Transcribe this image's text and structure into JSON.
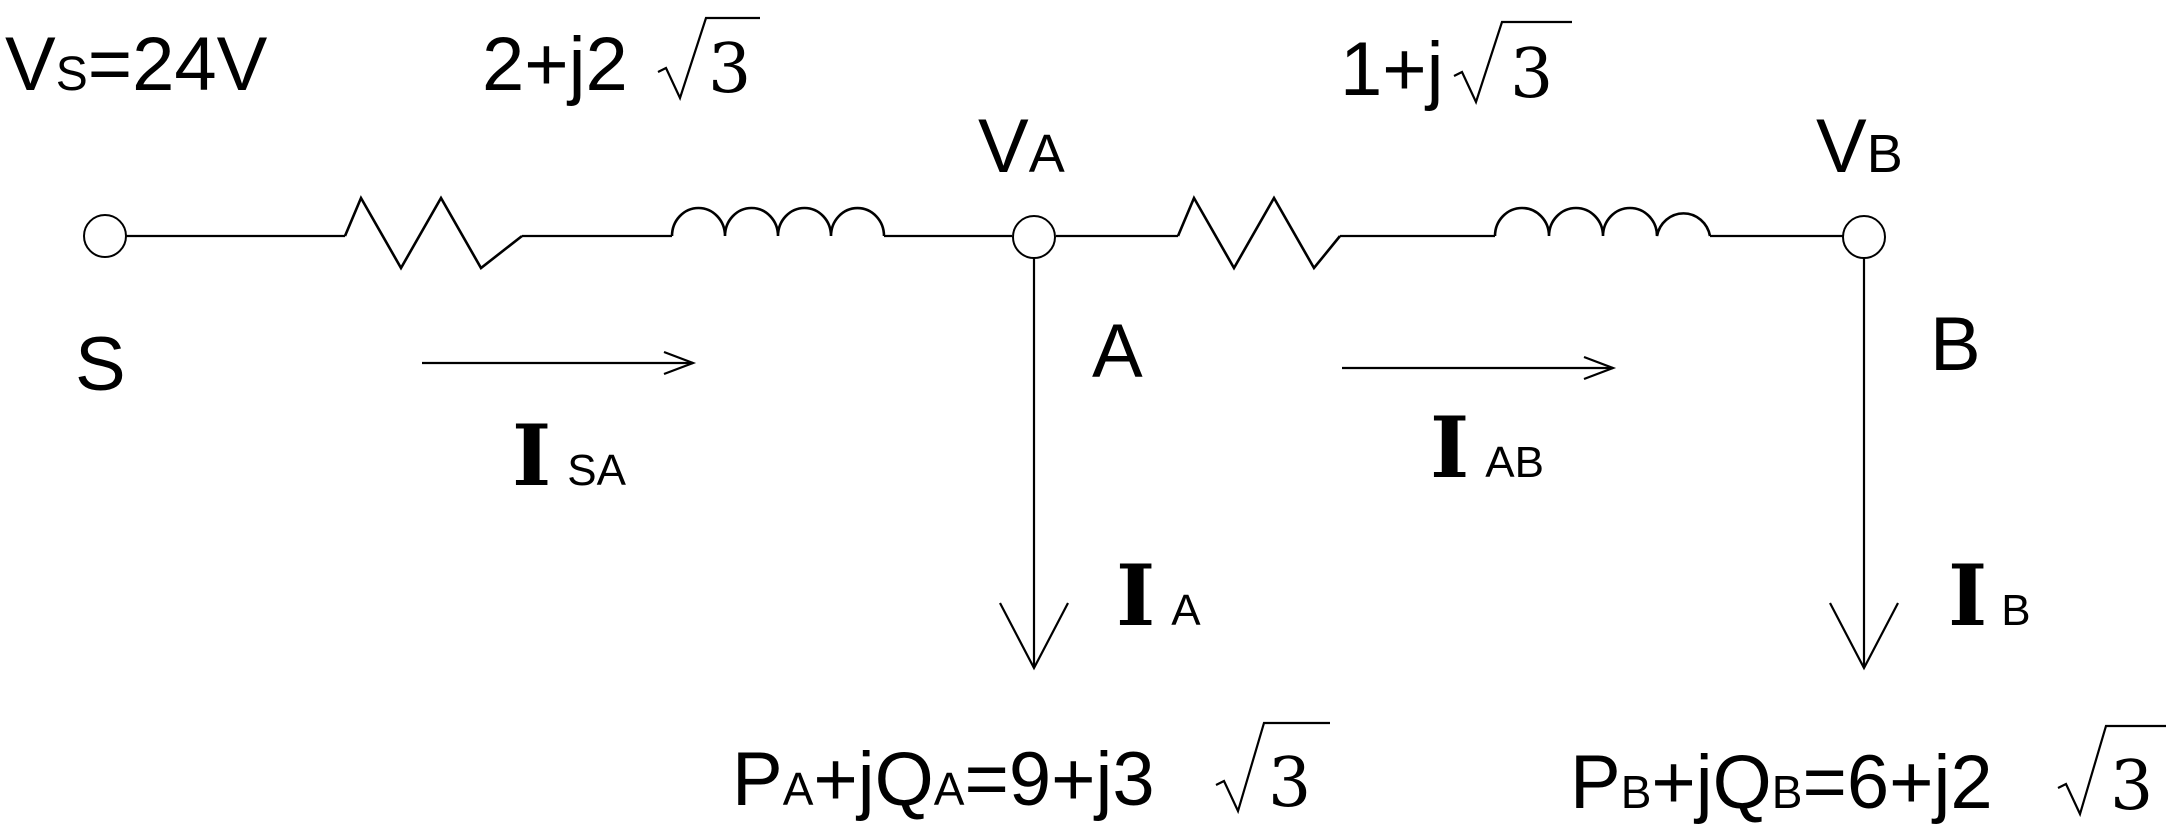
{
  "source": {
    "label": "V",
    "sub": "S",
    "value": "=24V"
  },
  "impedance_sa": {
    "base": "2+j2",
    "radicand": "3"
  },
  "impedance_ab": {
    "base": "1+j",
    "radicand": "3"
  },
  "node_a": {
    "voltage": "V",
    "voltage_sub": "A",
    "label": "A"
  },
  "node_b": {
    "voltage": "V",
    "voltage_sub": "B",
    "label": "B"
  },
  "node_s": {
    "label": "S"
  },
  "currents": {
    "sa": {
      "symbol": "I",
      "sub": "SA"
    },
    "ab": {
      "symbol": "I",
      "sub": "AB"
    },
    "a": {
      "symbol": "I",
      "sub": "A"
    },
    "b": {
      "symbol": "I",
      "sub": "B"
    }
  },
  "load_a": {
    "p": "P",
    "p_sub": "A",
    "mid": "+jQ",
    "q_sub": "A",
    "value": "=9+j3",
    "radicand": "3"
  },
  "load_b": {
    "p": "P",
    "p_sub": "B",
    "mid": "+jQ",
    "q_sub": "B",
    "value": "=6+j2",
    "radicand": "3"
  }
}
